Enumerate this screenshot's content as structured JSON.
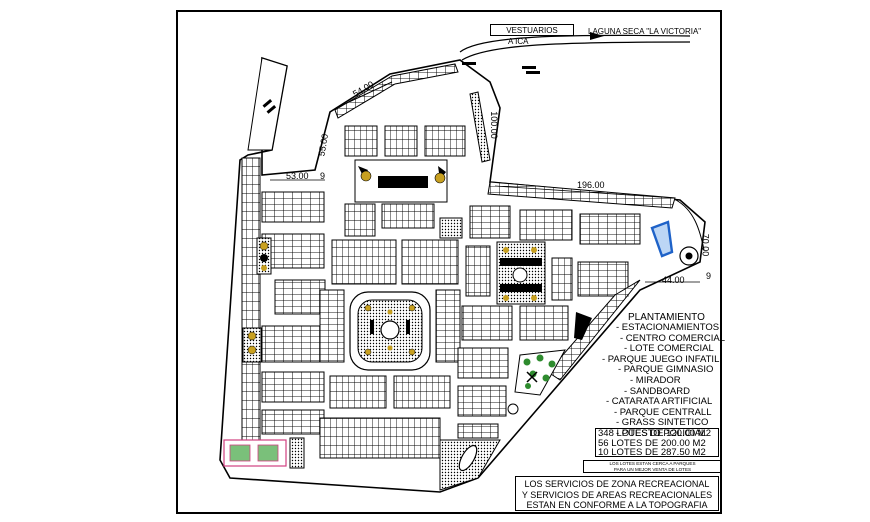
{
  "labels": {
    "vestuarios": "VESTUARIOS",
    "laguna": "LAGUNA SECA \"LA VICTORIA\"",
    "a_ica": "A ICA"
  },
  "dimensions": {
    "d54": "54.00",
    "d100": "100.00",
    "d55": "55.00",
    "d53": "53.00",
    "d196": "196.00",
    "d70": "70.00",
    "d44": "44.00",
    "d9a": "9",
    "d9b": "9"
  },
  "legend": {
    "title": "PLANTAMIENTO",
    "items": [
      "- ESTACIONAMIENTOS",
      "- CENTRO COMERCIAL",
      "- LOTE COMERCIAL",
      "- PARQUE JUEGO INFATIL",
      "- PARQUE GIMNASIO",
      "- MIRADOR",
      "- SANDBOARD",
      "- CATARATA ARTIFICIAL",
      "- PARQUE CENTRALL",
      "- GRASS SINTETICO",
      "- PUESTO POLICIAL"
    ]
  },
  "lots": [
    "348 LOTES DE 120.00 M2",
    "56 LOTES DE 200.00 M2",
    "10 LOTES DE 287.50 M2"
  ],
  "note_small": [
    "LOS LOTES ESTAN CERCA A PARQUES",
    "PARA UN MEJOR VENTA DE LOTES"
  ],
  "note_box": [
    "LOS SERVICIOS DE ZONA RECREACIONAL",
    "Y SERVICIOS DE AREAS RECREACIONALES",
    "ESTAN EN CONFORME A LA TOPOGRAFIA"
  ],
  "colors": {
    "ink": "#000000",
    "blue_area": "#1e62c8",
    "tree_yellow": "#c8a020",
    "tree_green": "#2e8b2e",
    "pink_court": "#d04080"
  }
}
